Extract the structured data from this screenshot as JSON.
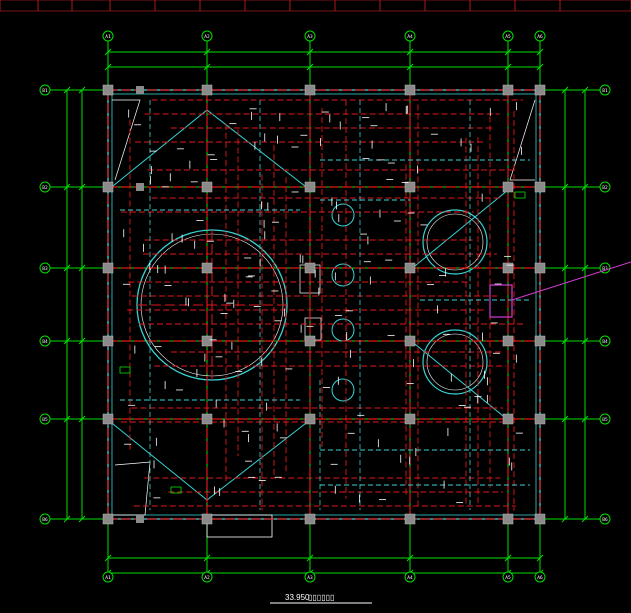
{
  "drawing": {
    "title": "33.950",
    "grid_x_labels": [
      "A1",
      "A2",
      "A3",
      "A4",
      "A5",
      "A6"
    ],
    "grid_y_labels": [
      "B1",
      "B2",
      "B3",
      "B4",
      "B5",
      "B6"
    ],
    "colors": {
      "background": "#000000",
      "grid": "#00e000",
      "beam": "#e0181c",
      "wall": "#37d4d4",
      "column": "#8a8a8a",
      "text": "#ffffff",
      "leader": "#d23cd2"
    },
    "top_tabs": [
      "",
      "",
      "",
      "",
      "",
      "",
      "",
      "",
      "",
      "",
      "",
      "",
      "",
      ""
    ]
  }
}
